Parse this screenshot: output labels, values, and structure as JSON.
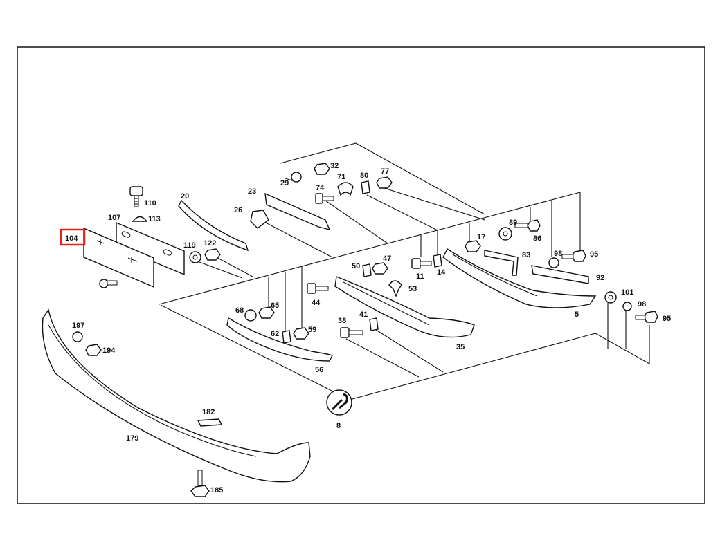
{
  "diagram": {
    "highlighted_part": "104",
    "part_numbers": [
      "104",
      "110",
      "113",
      "107",
      "20",
      "119",
      "122",
      "23",
      "26",
      "29",
      "32",
      "74",
      "71",
      "80",
      "77",
      "17",
      "89",
      "86",
      "83",
      "98",
      "95",
      "92",
      "5",
      "101",
      "98",
      "95",
      "50",
      "47",
      "53",
      "11",
      "14",
      "44",
      "68",
      "65",
      "62",
      "59",
      "38",
      "41",
      "35",
      "56",
      "197",
      "194",
      "179",
      "182",
      "185",
      "8"
    ],
    "icons": {
      "wrench": "wrench-icon"
    }
  }
}
